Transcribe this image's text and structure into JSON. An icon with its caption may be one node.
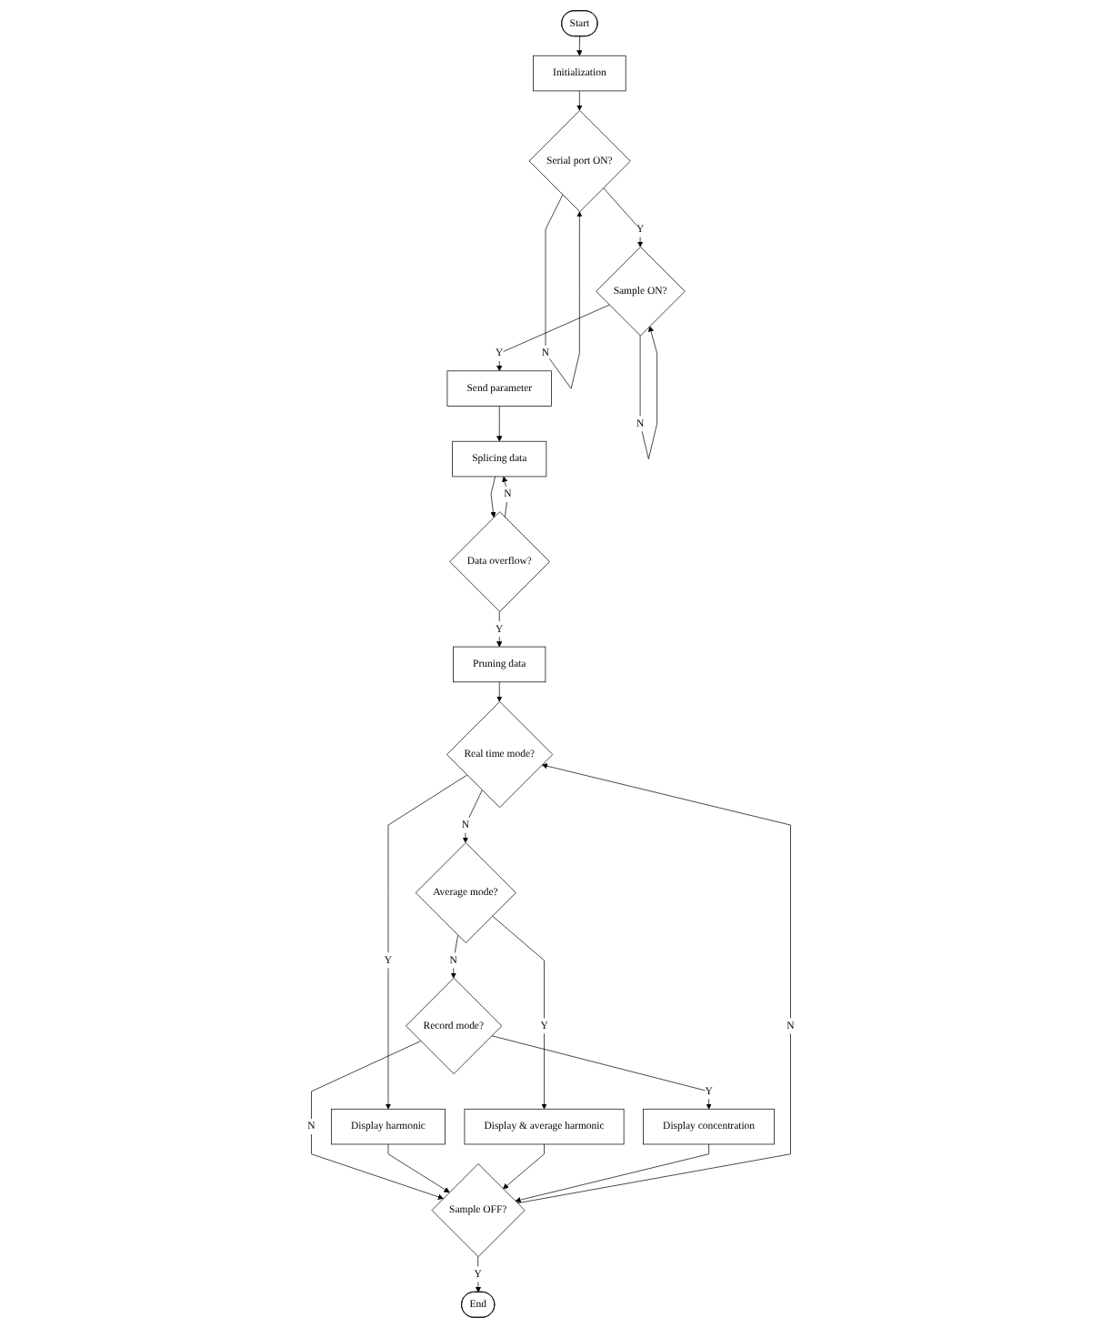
{
  "diagram": {
    "nodes": [
      {
        "text": [
          "Start"
        ]
      },
      {
        "text": [
          "Initialization"
        ]
      },
      {
        "text": [
          "Serial port ON?"
        ]
      },
      {
        "text": [
          "Sample ON?"
        ]
      },
      {
        "text": [
          "Send parameter"
        ]
      },
      {
        "text": [
          "Splicing data"
        ]
      },
      {
        "text": [
          "Data overflow?"
        ]
      },
      {
        "text": [
          "Pruning data"
        ]
      },
      {
        "text": [
          "Real time mode?"
        ]
      },
      {
        "text": [
          "Display harmonic"
        ]
      },
      {
        "text": [
          "Average mode?"
        ]
      },
      {
        "text": [
          "Display & average harmonic"
        ]
      },
      {
        "text": [
          "Record mode?"
        ]
      },
      {
        "text": [
          "Display concentration"
        ]
      },
      {
        "text": [
          "Sample OFF?"
        ]
      },
      {
        "text": [
          "End"
        ]
      }
    ],
    "edges": [
      {
        "from": 0,
        "to": 1,
        "arrow": "to"
      },
      {
        "from": 1,
        "to": 2,
        "arrow": "to"
      },
      {
        "from": 2,
        "to": 2,
        "arrow": "to",
        "label": "N"
      },
      {
        "from": 2,
        "to": 3,
        "arrow": "to",
        "label": "Y"
      },
      {
        "from": 3,
        "to": 3,
        "arrow": "to",
        "label": "N"
      },
      {
        "from": 3,
        "to": 4,
        "arrow": "to",
        "label": "Y"
      },
      {
        "from": 4,
        "to": 5,
        "arrow": "to"
      },
      {
        "from": 5,
        "to": 6,
        "arrow": "to"
      },
      {
        "from": 6,
        "to": 5,
        "arrow": "to",
        "label": "N"
      },
      {
        "from": 6,
        "to": 7,
        "arrow": "to",
        "label": "Y"
      },
      {
        "from": 7,
        "to": 8,
        "arrow": "to"
      },
      {
        "from": 8,
        "to": 9,
        "arrow": "to",
        "label": "Y"
      },
      {
        "from": 8,
        "to": 10,
        "arrow": "to",
        "label": "N"
      },
      {
        "from": 10,
        "to": 11,
        "arrow": "to",
        "label": "Y"
      },
      {
        "from": 10,
        "to": 12,
        "arrow": "to",
        "label": "N"
      },
      {
        "from": 12,
        "to": 13,
        "arrow": "to",
        "label": "Y"
      },
      {
        "from": 12,
        "to": 14,
        "arrow": "to",
        "label": "N"
      },
      {
        "from": 9,
        "to": 14,
        "arrow": "to"
      },
      {
        "from": 11,
        "to": 14,
        "arrow": "to"
      },
      {
        "from": 13,
        "to": 14,
        "arrow": "to"
      },
      {
        "from": 14,
        "to": 8,
        "arrow": "to",
        "label": "N"
      },
      {
        "from": 14,
        "to": 15,
        "arrow": "to",
        "label": "Y"
      }
    ]
  }
}
